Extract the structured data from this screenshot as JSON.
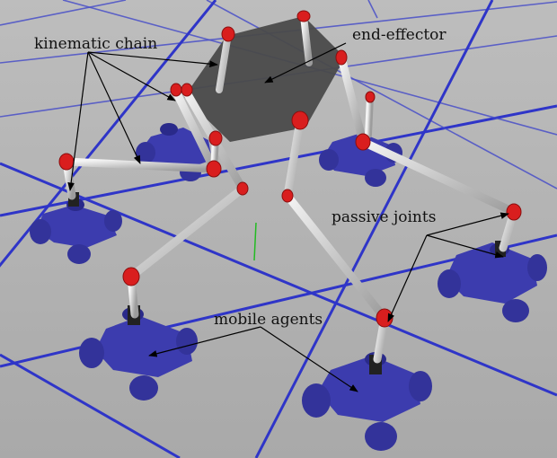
{
  "annotations": {
    "kinematic_chain": "kinematic chain",
    "end_effector": "end-effector",
    "passive_joints": "passive joints",
    "mobile_agents": "mobile agents"
  },
  "colors": {
    "floor": "#b5b5b5",
    "grid": "#2f35c8",
    "end_effector": "#4a4a4a",
    "joint": "#d91e1e",
    "link": "#d9d9d9",
    "agent": "#3f3fb0"
  }
}
